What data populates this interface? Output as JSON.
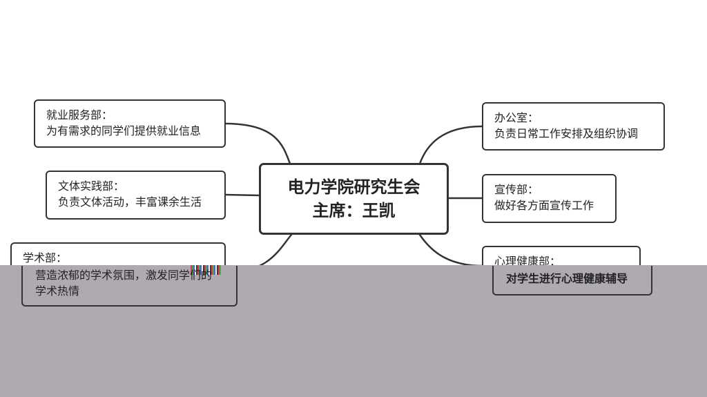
{
  "center": {
    "line1": "电力学院研究生会",
    "line2": "主席：王凯"
  },
  "nodes": {
    "employment": {
      "title": "就业服务部：",
      "desc": "为有需求的同学们提供就业信息"
    },
    "sports": {
      "title": "文体实践部：",
      "desc": "负责文体活动，丰富课余生活"
    },
    "academic": {
      "title": "学术部：",
      "desc": "营造浓郁的学术氛围，激发同学们的",
      "desc2": "学术热情"
    },
    "office": {
      "title": "办公室：",
      "desc": "负责日常工作安排及组织协调"
    },
    "publicity": {
      "title": "宣传部：",
      "desc": "做好各方面宣传工作"
    },
    "psych": {
      "title": "心理健康部：",
      "desc": "对学生进行心理健康辅导"
    }
  },
  "colors": {
    "border": "#333333",
    "band": "#aeaab0"
  }
}
